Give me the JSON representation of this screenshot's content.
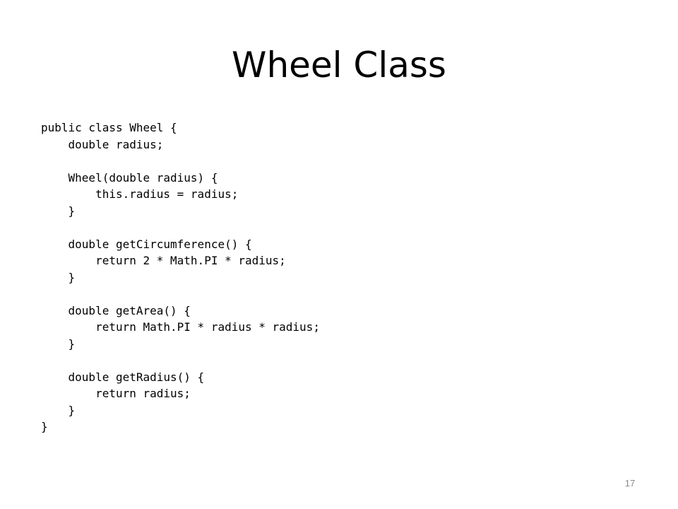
{
  "slide": {
    "title": "Wheel Class",
    "code_lines": [
      "public class Wheel {",
      "    double radius;",
      "",
      "    Wheel(double radius) {",
      "        this.radius = radius;",
      "    }",
      "",
      "    double getCircumference() {",
      "        return 2 * Math.PI * radius;",
      "    }",
      "",
      "    double getArea() {",
      "        return Math.PI * radius * radius;",
      "    }",
      "",
      "    double getRadius() {",
      "        return radius;",
      "    }",
      "}"
    ],
    "slide_number": "17"
  },
  "colors": {
    "background": "#ffffff",
    "text": "#000000",
    "slide_number": "#898989"
  }
}
